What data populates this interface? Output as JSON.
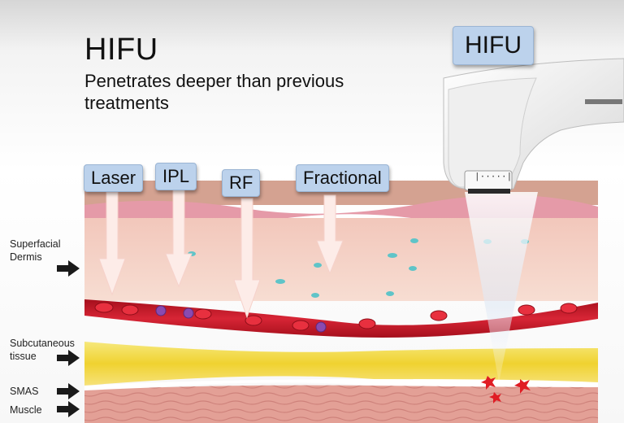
{
  "heading": {
    "title": "HIFU",
    "subtitle": "Penetrates deeper than previous treatments"
  },
  "device_label": "HIFU",
  "device_window_text": "|·····|",
  "treatments": [
    {
      "label": "Laser"
    },
    {
      "label": "IPL"
    },
    {
      "label": "RF"
    },
    {
      "label": "Fractional"
    }
  ],
  "layers": [
    {
      "label": "Superfacial Dermis"
    },
    {
      "label": "Subcutaneous tissue"
    },
    {
      "label": "SMAS"
    },
    {
      "label": "Muscle"
    }
  ],
  "colors": {
    "tag_fill": "#bcd2ec",
    "skin_top": "#d8a898",
    "dermis": "#f4d0c4",
    "blood_vessel": "#c8182a",
    "fat": "#f3dc48",
    "muscle": "#e09a92",
    "arrow": "#fff0ec"
  }
}
